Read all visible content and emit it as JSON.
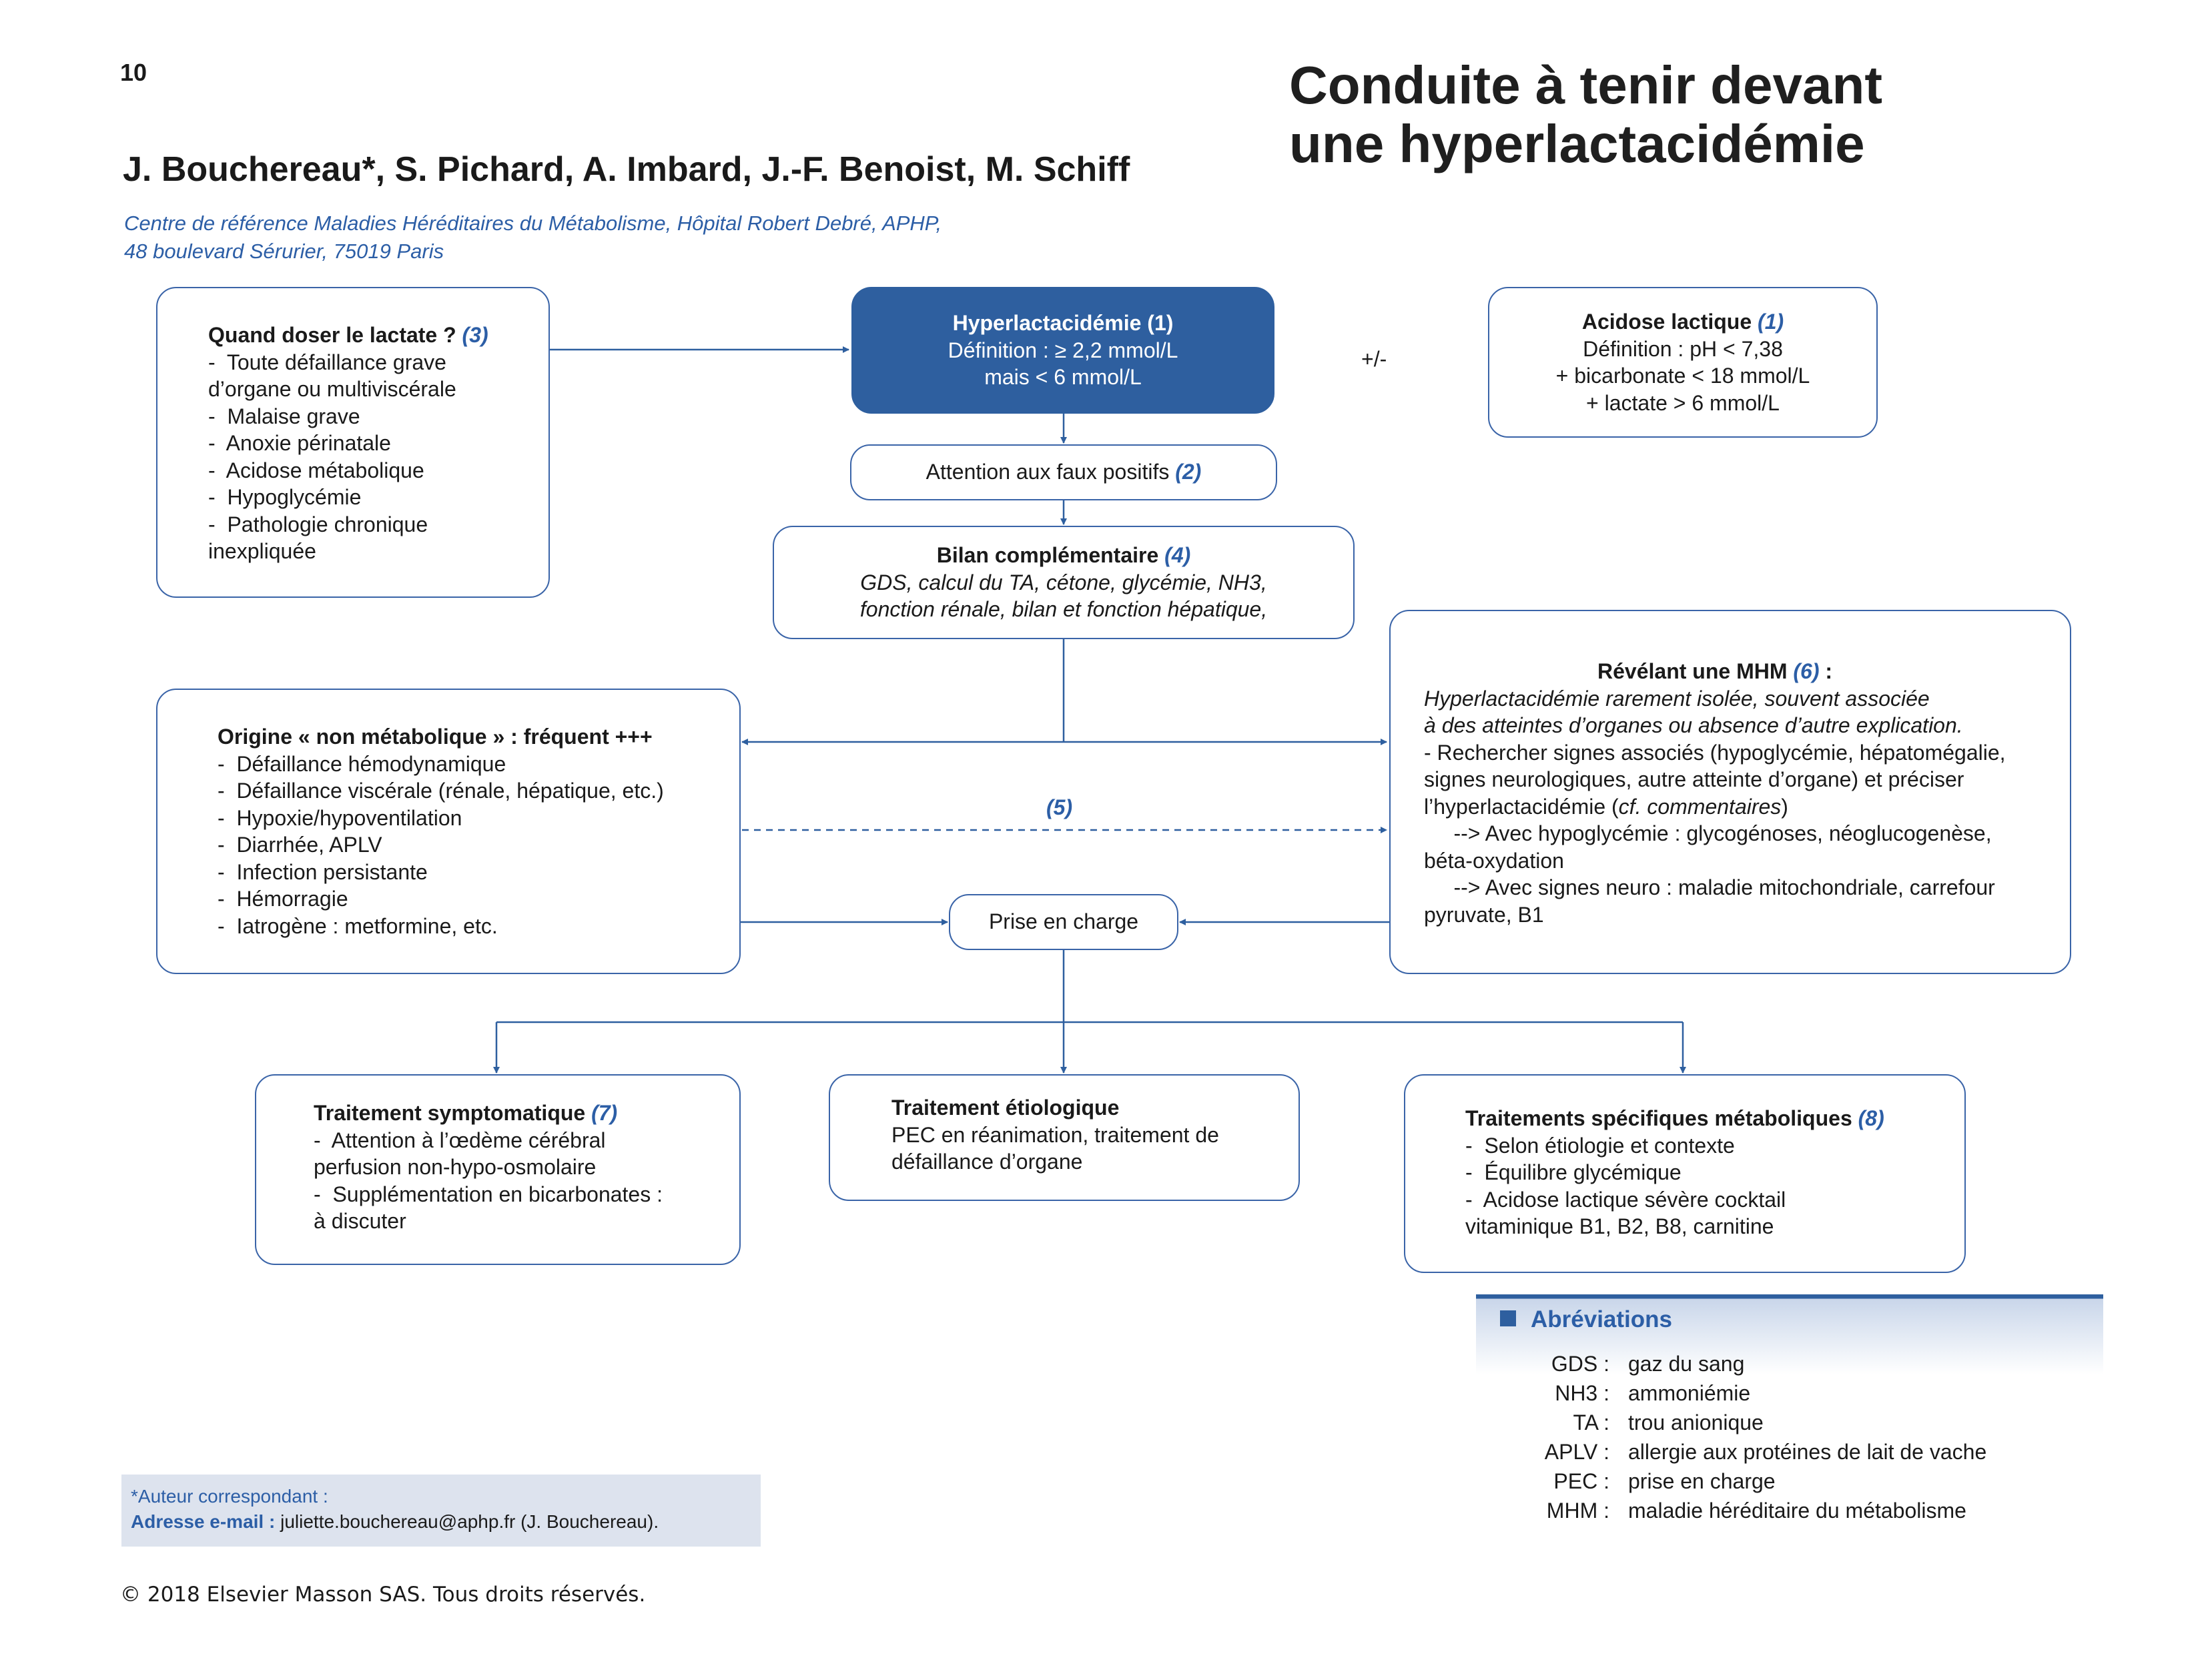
{
  "page_number": "10",
  "title": [
    "Conduite à tenir devant",
    "une hyperlactacidémie"
  ],
  "authors": "J. Bouchereau*, S. Pichard, A. Imbard, J.-F. Benoist, M. Schiff",
  "affiliation": [
    "Centre de référence Maladies Héréditaires du Métabolisme, Hôpital Robert Debré, APHP,",
    "48 boulevard Sérurier, 75019 Paris"
  ],
  "boxes": {
    "quand": {
      "title": "Quand doser le lactate ?",
      "ref": "(3)",
      "lines": [
        "-  Toute défaillance grave",
        "d’organe ou multiviscérale",
        "-  Malaise grave",
        "-  Anoxie périnatale",
        "-  Acidose métabolique",
        "-  Hypoglycémie",
        "-  Pathologie chronique",
        "inexpliquée"
      ]
    },
    "hyper": {
      "title": "Hyperlactacidémie (1)",
      "lines": [
        "Définition : ≥ 2,2 mmol/L",
        "mais < 6 mmol/L"
      ]
    },
    "plusminus": "+/-",
    "acidose": {
      "title": "Acidose lactique",
      "ref": "(1)",
      "lines": [
        "Définition : pH < 7,38",
        "+ bicarbonate < 18 mmol/L",
        "+ lactate > 6 mmol/L"
      ]
    },
    "faux": {
      "text": "Attention aux faux positifs",
      "ref": "(2)"
    },
    "bilan": {
      "title": "Bilan complémentaire",
      "ref": "(4)",
      "lines": [
        "GDS, calcul du TA, cétone, glycémie, NH3,",
        "fonction rénale, bilan et fonction hépatique,"
      ]
    },
    "origine": {
      "title": "Origine « non métabolique » : fréquent +++",
      "lines": [
        "-  Défaillance hémodynamique",
        "-  Défaillance viscérale (rénale, hépatique, etc.)",
        "-  Hypoxie/hypoventilation",
        "-  Diarrhée, APLV",
        "-  Infection persistante",
        "-  Hémorragie",
        "-  Iatrogène : metformine, etc."
      ]
    },
    "mhm": {
      "title": "Révélant une MHM",
      "ref": "(6)",
      "suffix": " :",
      "italic_lines": [
        "Hyperlactacidémie rarement isolée, souvent associée",
        "à des atteintes d’organes ou absence d’autre explication."
      ],
      "lines": [
        "- Rechercher signes associés (hypoglycémie, hépatomégalie,",
        "signes neurologiques, autre atteinte d’organe) et préciser"
      ],
      "line_cf_pre": "l’hyperlactacidémie (",
      "line_cf_italic": "cf. commentaires",
      "line_cf_post": ")",
      "more_lines": [
        "     --> Avec hypoglycémie : glycogénoses, néoglucogenèse,",
        "béta-oxydation",
        "     --> Avec signes neuro : maladie mitochondriale, carrefour",
        "pyruvate, B1"
      ]
    },
    "ref5": "(5)",
    "prise": "Prise en charge",
    "symptomatique": {
      "title": "Traitement symptomatique",
      "ref": "(7)",
      "lines": [
        "-  Attention à l’œdème cérébral",
        "perfusion non-hypo-osmolaire",
        "-  Supplémentation en bicarbonates :",
        "à discuter"
      ]
    },
    "etiologique": {
      "title": "Traitement étiologique",
      "lines": [
        "PEC en réanimation, traitement de",
        "défaillance d’organe"
      ]
    },
    "specifiques": {
      "title": "Traitements spécifiques métaboliques",
      "ref": "(8)",
      "lines": [
        "-  Selon étiologie et contexte",
        "-  Équilibre glycémique",
        "-  Acidose lactique sévère cocktail",
        "vitaminique B1, B2, B8, carnitine"
      ]
    }
  },
  "abbreviations": {
    "title": "Abréviations",
    "items": [
      {
        "key": "GDS :",
        "value": "gaz du sang"
      },
      {
        "key": "NH3 :",
        "value": "ammoniémie"
      },
      {
        "key": "TA :",
        "value": "trou anionique"
      },
      {
        "key": "APLV :",
        "value": "allergie aux protéines de lait de vache"
      },
      {
        "key": "PEC :",
        "value": "prise en charge"
      },
      {
        "key": "MHM :",
        "value": "maladie héréditaire du métabolisme"
      }
    ]
  },
  "correspondence": {
    "label": "*Auteur correspondant :",
    "email_label": "Adresse e-mail :",
    "email_text": " juliette.bouchereau@aphp.fr (J. Bouchereau)."
  },
  "copyright": "© 2018 Elsevier Masson SAS. Tous droits réservés.",
  "colors": {
    "accent": "#2e5f9f",
    "ref_text": "#2c5ea6",
    "box_border": "#3a64a8"
  }
}
